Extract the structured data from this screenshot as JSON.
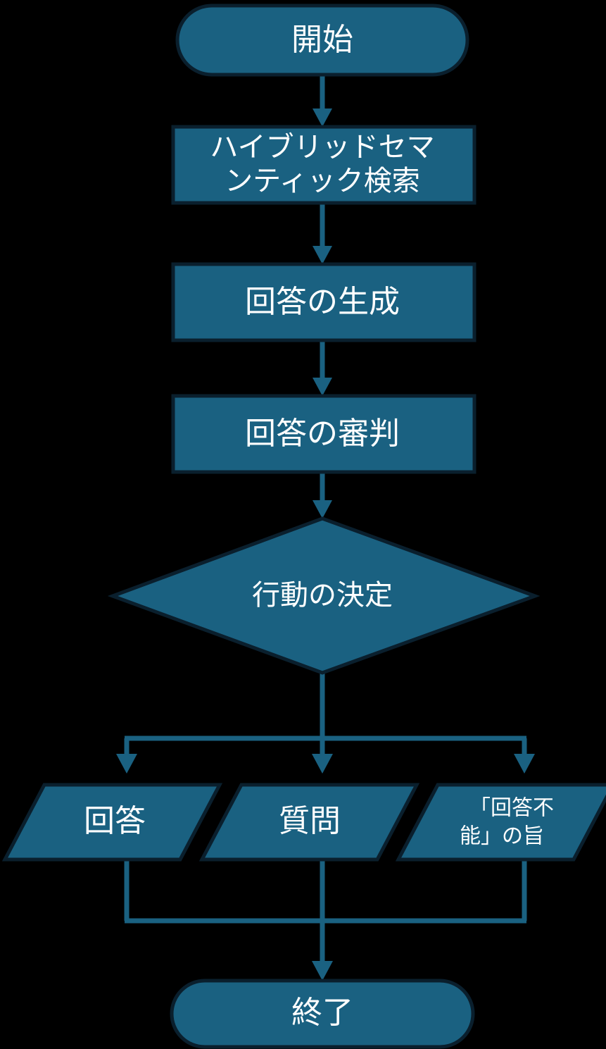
{
  "diagram": {
    "title_text_lang": "ja",
    "orientation": "top-down",
    "colors": {
      "background": "#000000",
      "node_fill": "#1a6181",
      "node_border": "#0a1f2d",
      "edge": "#1a6181",
      "label_text": "#ffffff"
    },
    "nodes": {
      "start": {
        "label": "開始",
        "shape": "stadium"
      },
      "search": {
        "label_line1": "ハイブリッドセマ",
        "label_line2": "ンティック検索",
        "label_full": "ハイブリッドセマンティック検索",
        "shape": "rectangle"
      },
      "generate": {
        "label": "回答の生成",
        "shape": "rectangle"
      },
      "judge": {
        "label": "回答の審判",
        "shape": "rectangle"
      },
      "decision": {
        "label": "行動の決定",
        "shape": "diamond"
      },
      "answer": {
        "label": "回答",
        "shape": "parallelogram"
      },
      "question": {
        "label": "質問",
        "shape": "parallelogram"
      },
      "cannot_answer": {
        "label_line1": "「回答不",
        "label_line2": "能」の旨",
        "label_full": "「回答不能」の旨",
        "shape": "parallelogram"
      },
      "end": {
        "label": "終了",
        "shape": "stadium"
      }
    },
    "edges": [
      {
        "from": "start",
        "to": "search",
        "label": ""
      },
      {
        "from": "search",
        "to": "generate",
        "label": ""
      },
      {
        "from": "generate",
        "to": "judge",
        "label": ""
      },
      {
        "from": "judge",
        "to": "decision",
        "label": ""
      },
      {
        "from": "decision",
        "to": "answer",
        "label": ""
      },
      {
        "from": "decision",
        "to": "question",
        "label": ""
      },
      {
        "from": "decision",
        "to": "cannot_answer",
        "label": ""
      },
      {
        "from": "answer",
        "to": "end",
        "label": ""
      },
      {
        "from": "question",
        "to": "end",
        "label": ""
      },
      {
        "from": "cannot_answer",
        "to": "end",
        "label": ""
      }
    ]
  }
}
